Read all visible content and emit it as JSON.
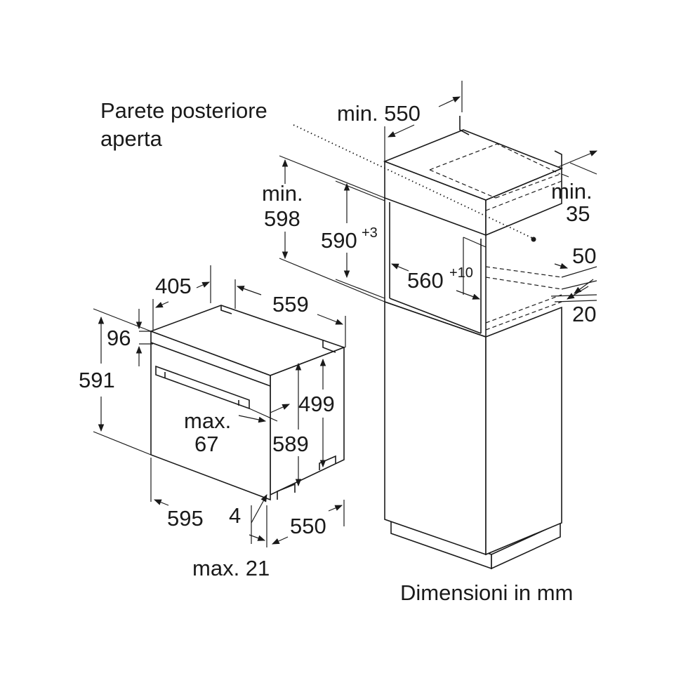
{
  "labels": {
    "rear_wall": "Parete posteriore",
    "rear_wall_2": "aperta",
    "min_550": "min. 550",
    "min_label": "min.",
    "v598": "598",
    "v590": "590",
    "sup_plus3": "+3",
    "v560": "560",
    "sup_plus10": "+10",
    "min_label_2": "min.",
    "v35": "35",
    "v50": "50",
    "v20": "20",
    "v405": "405",
    "v559": "559",
    "v96": "96",
    "v591": "591",
    "v499": "499",
    "max_label": "max.",
    "v67": "67",
    "v589": "589",
    "v595": "595",
    "v4": "4",
    "v550": "550",
    "max21": "max. 21",
    "units": "Dimensioni in mm"
  }
}
